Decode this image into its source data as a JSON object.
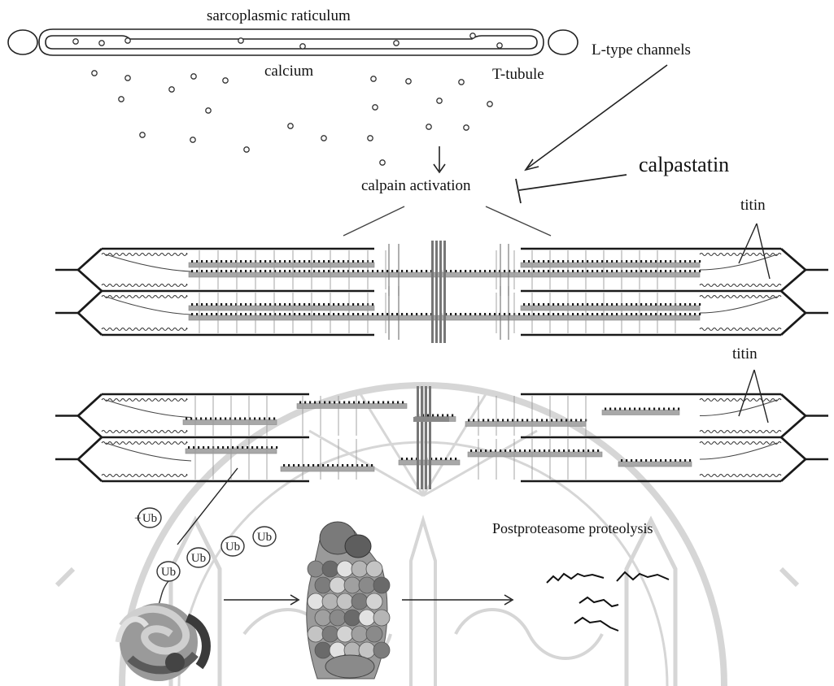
{
  "labels": {
    "sarcoplasmic": "sarcoplasmic raticulum",
    "calcium": "calcium",
    "t_tubule": "T-tubule",
    "l_type": "L-type channels",
    "calpain": "calpain activation",
    "calpastatin": "calpastatin",
    "titin_top": "titin",
    "titin_mid": "titin",
    "postproteasome": "Postproteasome proteolysis"
  },
  "ubiquitin": {
    "plus": "+",
    "free": "Ub",
    "chain": [
      "Ub",
      "Ub",
      "Ub",
      "Ub"
    ]
  },
  "watermark": {
    "type": "university-seal",
    "color": "#d9d9d9"
  }
}
